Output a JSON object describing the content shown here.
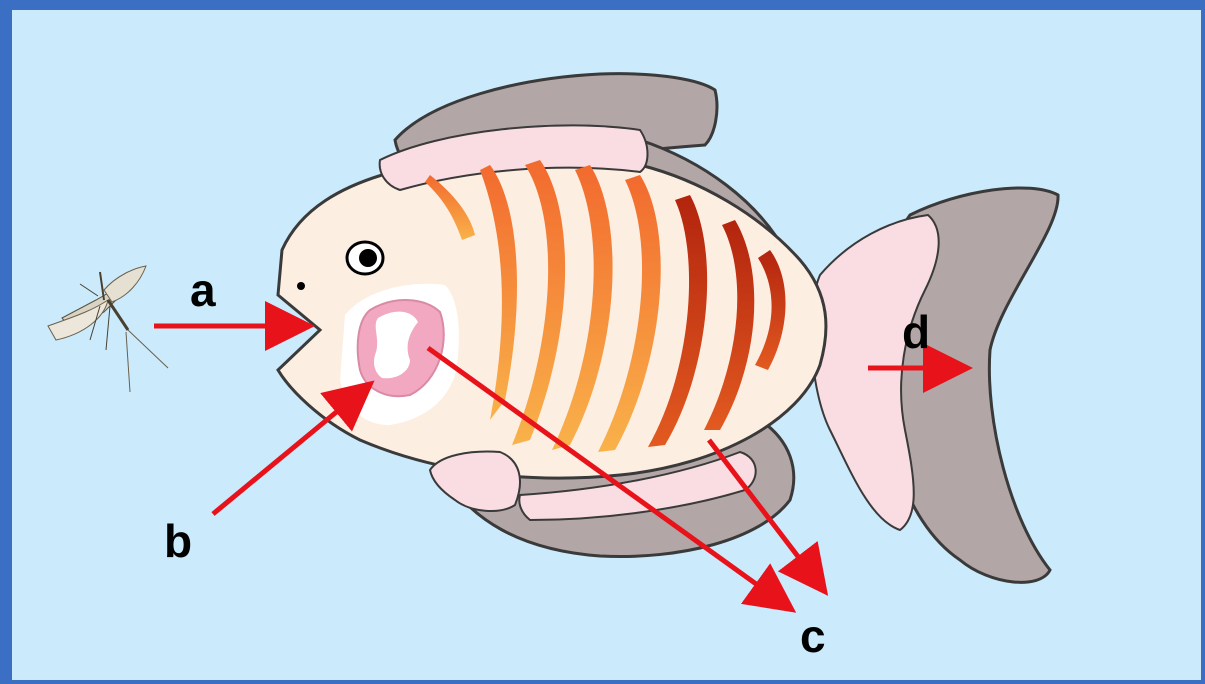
{
  "labels": {
    "a": "a",
    "b": "b",
    "c": "c",
    "d": "d"
  },
  "colors": {
    "background": "#cbeafc",
    "frame": "#3a6fc4",
    "arrow": "#e8121a",
    "fin_gray": "#b3a6a6",
    "fin_pink": "#f9dde2",
    "body": "#fdeee2",
    "gill_pink": "#f2a8c0",
    "stripe_orange": "#f07a2a",
    "stripe_dark": "#c23a14"
  },
  "icons": {
    "insect": "mayfly-icon",
    "fish": "fish-illustration"
  }
}
